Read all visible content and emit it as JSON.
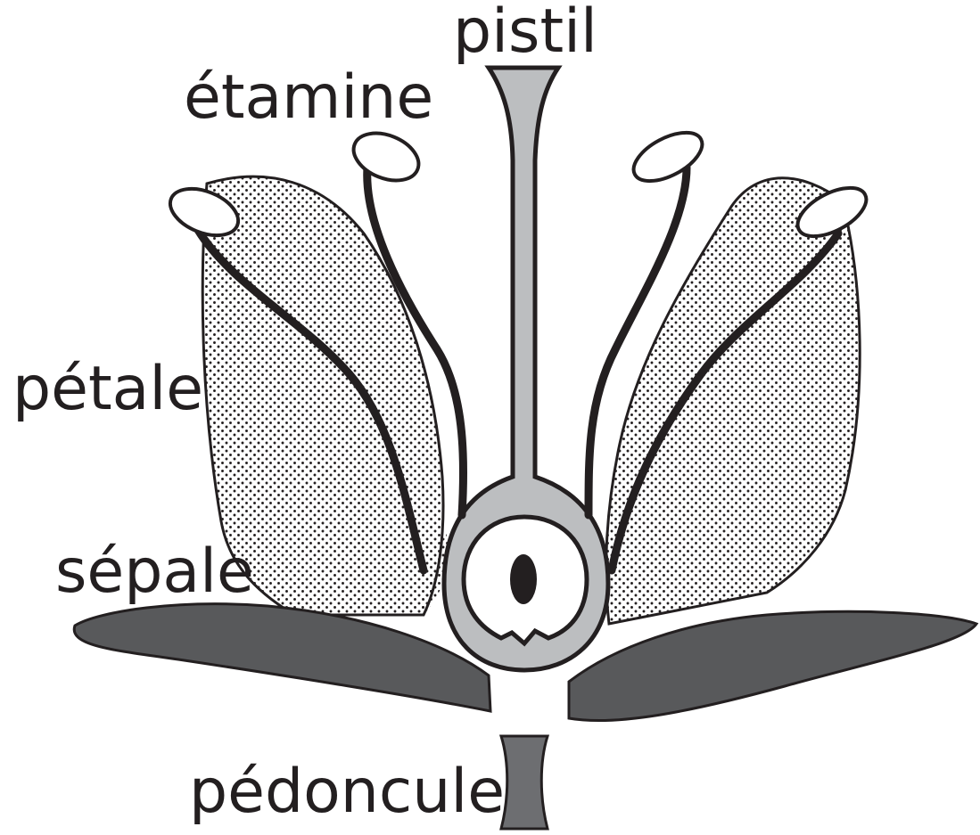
{
  "labels": {
    "pistil": "pistil",
    "etamine": "étamine",
    "petale": "pétale",
    "sepale": "sépale",
    "pedoncule": "pédoncule"
  },
  "colors": {
    "ink": "#231f20",
    "sepal": "#58595b",
    "pistil": "#bcbec0",
    "peduncle": "#6d6e71",
    "petal_fill": "#ffffff",
    "petal_dots": "#231f20"
  }
}
